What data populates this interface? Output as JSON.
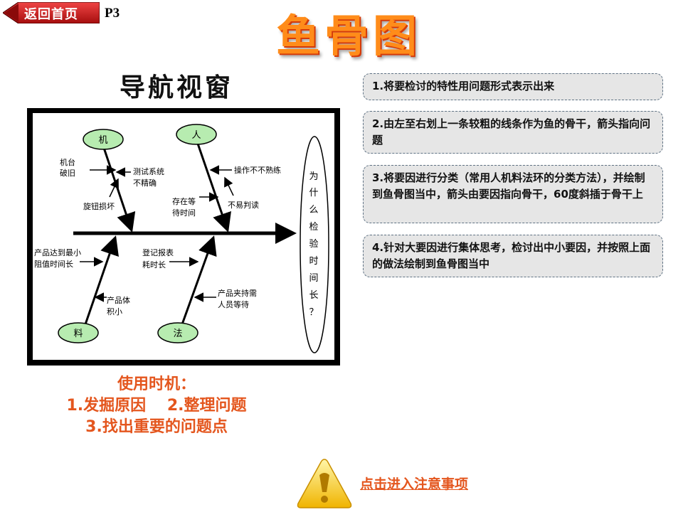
{
  "nav": {
    "back_label": "返回首页",
    "page": "P3"
  },
  "title": "鱼骨图",
  "nav_title": "导航视窗",
  "fishbone": {
    "head_text": [
      "为",
      "什",
      "么",
      "检",
      "验",
      "时",
      "间",
      "长",
      "？"
    ],
    "categories": {
      "machine": "机",
      "man": "人",
      "material": "料",
      "method": "法"
    },
    "causes": {
      "machine_1": [
        "机台",
        "破旧"
      ],
      "machine_2": [
        "测试系统",
        "不精确"
      ],
      "machine_3": "旋钮损坏",
      "man_1": "操作不不熟练",
      "man_2": [
        "存在等",
        "待时间"
      ],
      "man_3": "不易判读",
      "material_1": [
        "产品达到最小",
        "阻值时间长"
      ],
      "material_2": [
        "产品体",
        "积小"
      ],
      "method_1": [
        "登记报表",
        "耗时长"
      ],
      "method_2": [
        "产品夹持需",
        "人员等待"
      ]
    }
  },
  "steps": [
    "1.将要检讨的特性用问题形式表示出来",
    "2.由左至右划上一条较粗的线条作为鱼的骨干，箭头指向问题",
    "3.将要因进行分类（常用人机料法环的分类方法），并绘制到鱼骨图当中，箭头由要因指向骨干，60度斜插于骨干上",
    "4.针对大要因进行集体思考，检讨出中小要因，并按照上面的做法绘制到鱼骨图当中"
  ],
  "usage": {
    "heading": "使用时机：",
    "line1": "1.发掘原因　 2.整理问题",
    "line2": "3.找出重要的问题点"
  },
  "notice_link": "点击进入注意事项",
  "colors": {
    "accent": "#e4561e",
    "title": "#ff8c1a",
    "back_button": "#c8102e",
    "step_bg": "#e6e6e6"
  }
}
